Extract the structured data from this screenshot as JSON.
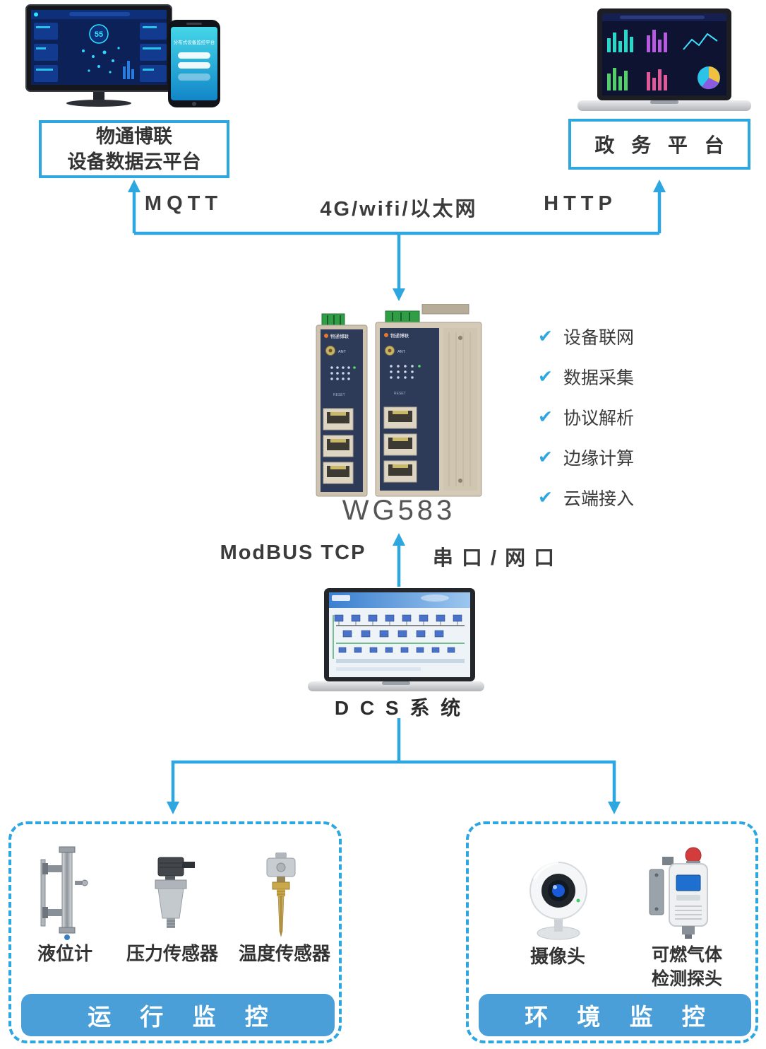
{
  "colors": {
    "accent": "#2EA7E0",
    "bar_blue": "#4A9FD9",
    "text_dark": "#3B3B3B"
  },
  "icons": {
    "check": "✔"
  },
  "monitor": {
    "kpi": "55"
  },
  "phone": {
    "screen_title": "分布式设备监控平台"
  },
  "top_left": {
    "line1": "物通博联",
    "line2": "设备数据云平台"
  },
  "top_right": {
    "label": "政 务 平 台"
  },
  "links": {
    "mqtt": "MQTT",
    "wan": "4G/wifi/以太网",
    "http": "HTTP",
    "modbus": "ModBUS TCP",
    "serial": "串 口 / 网 口"
  },
  "gateway": {
    "model": "WG583",
    "brand": "物通博联",
    "ant": "ANT",
    "reset": "RESET",
    "features": [
      "设备联网",
      "数据采集",
      "协议解析",
      "边缘计算",
      "云端接入"
    ]
  },
  "dcs": {
    "label": "D C S 系 统"
  },
  "operation_group": {
    "title": "运 行 监 控",
    "items": [
      "液位计",
      "压力传感器",
      "温度传感器"
    ]
  },
  "environment_group": {
    "title": "环 境 监 控",
    "items": [
      {
        "label": "摄像头"
      },
      {
        "line1": "可燃气体",
        "line2": "检测探头"
      }
    ]
  }
}
